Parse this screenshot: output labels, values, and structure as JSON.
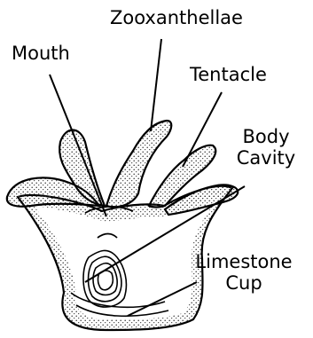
{
  "labels": {
    "zooxanthellae": "Zooxanthellae",
    "mouth": "Mouth",
    "tentacle": "Tentacle",
    "body_cavity": [
      "Body",
      "Cavity"
    ],
    "limestone_cup": [
      "Limestone",
      "Cup"
    ]
  },
  "colors": {
    "ink": "#000000",
    "background": "#ffffff",
    "stipple": "#333333"
  }
}
